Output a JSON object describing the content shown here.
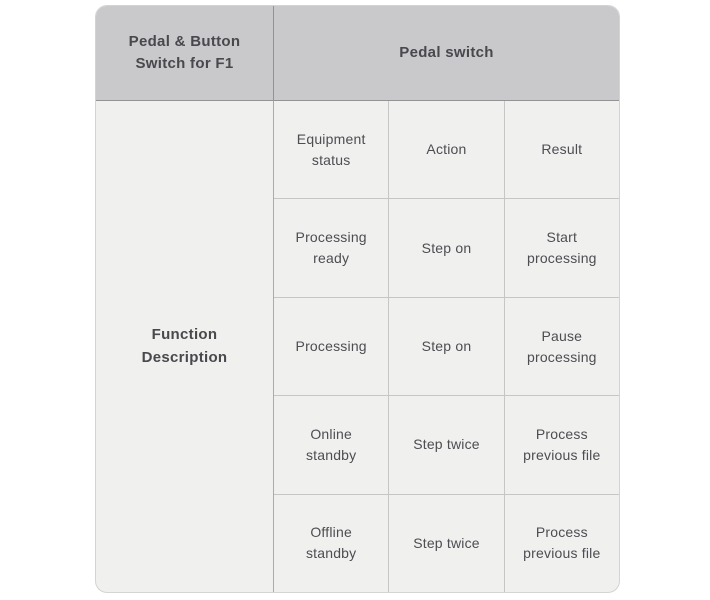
{
  "table": {
    "corner_header": "Pedal & Button\nSwitch for F1",
    "group_header": "Pedal switch",
    "row_header": "Function\nDescription",
    "columns": [
      "Equipment\nstatus",
      "Action",
      "Result"
    ],
    "rows": [
      [
        "Processing\nready",
        "Step on",
        "Start\nprocessing"
      ],
      [
        "Processing",
        "Step on",
        "Pause\nprocessing"
      ],
      [
        "Online\nstandby",
        "Step twice",
        "Process\nprevious file"
      ],
      [
        "Offline\nstandby",
        "Step twice",
        "Process\nprevious file"
      ]
    ]
  },
  "colors": {
    "page_background": "#ffffff",
    "header_background": "#c9c9cc",
    "body_background": "#f0f0ef",
    "header_border": "#939396",
    "inner_border": "#c6c6c6",
    "outer_border": "#d4d4d4",
    "text": "#4d4d52"
  }
}
